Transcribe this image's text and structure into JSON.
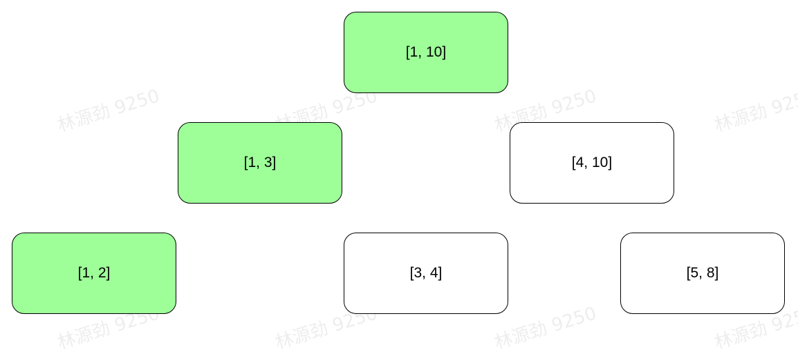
{
  "watermark": "林源劲 9250",
  "colors": {
    "highlight_fill": "#9eff99",
    "default_fill": "#ffffff",
    "border": "#000000"
  },
  "nodes": [
    {
      "label": "[1, 10]",
      "highlighted": true
    },
    {
      "label": "[1, 3]",
      "highlighted": true
    },
    {
      "label": "[4, 10]",
      "highlighted": false
    },
    {
      "label": "[1, 2]",
      "highlighted": true
    },
    {
      "label": "[3, 4]",
      "highlighted": false
    },
    {
      "label": "[5, 8]",
      "highlighted": false
    }
  ]
}
